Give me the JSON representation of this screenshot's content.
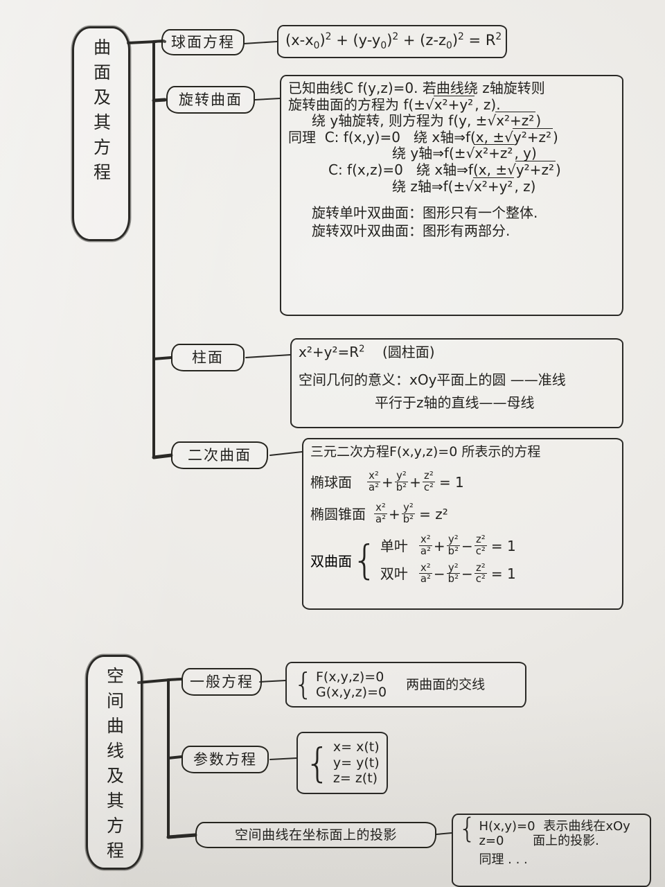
{
  "page": {
    "title": "曲面及其方程 / 空间曲线及其方程 手写思维导图",
    "ink_color": "#23221f",
    "paper_color": "#eceae6"
  },
  "sections": [
    {
      "id": "surfaces",
      "root_label": "曲面及其方程",
      "branches": [
        {
          "id": "sphere",
          "label": "球面方程",
          "content": {
            "lines": [
              "(x-x₀)² + (y-y₀)² + (z-z₀)² = R²"
            ]
          }
        },
        {
          "id": "revolution",
          "label": "旋转曲面",
          "content": {
            "lines": [
              "已知曲线C  f(y,z)=0. 若曲线绕 z轴旋转则",
              "旋转曲面的方程为 f(±√x²+y², z).",
              "绕 y轴旋转, 则方程为 f(y, ±√x²+z²)",
              "同理  C: f(x,y)=0    绕 x轴 ⇒ f(x, ±√y²+z²)",
              "绕 y轴 ⇒ f(±√x²+z², y)",
              "C: f(x,z)=0   绕 x轴 ⇒ f(x, ±√y²+z²)",
              "绕 z轴 ⇒ f(±√x²+y², z)",
              "旋转单叶双曲面：图形只有一个整体.",
              "旋转双叶双曲面：图形有两部分."
            ]
          }
        },
        {
          "id": "cylinder",
          "label": "柱面",
          "content": {
            "lines": [
              "x²+y²=R²    (圆柱面)",
              "空间几何的意义：xOy平面上的圆 ——准线",
              "平行于z轴的直线——母线"
            ]
          }
        },
        {
          "id": "quadric",
          "label": "二次曲面",
          "content": {
            "lines": [
              "三元二次方程F(x,y,z)=0 所表示的方程",
              "椭球面   x²/a² + y²/b² + z²/c² = 1",
              "椭圆锥面  x²/a² + y²/b² = z²",
              "双曲面 { 单叶  x²/a² + y²/b² - z²/c² = 1",
              "双叶  x²/a² - y²/b² - z²/c² = 1 }"
            ],
            "labels": {
              "ellipsoid": "椭球面",
              "elliptic_cone": "椭圆锥面",
              "hyperboloid": "双曲面",
              "one_sheet": "单叶",
              "two_sheet": "双叶"
            }
          }
        }
      ]
    },
    {
      "id": "space-curves",
      "root_label": "空间曲线及其方程",
      "branches": [
        {
          "id": "general-eq",
          "label": "一般方程",
          "content": {
            "lines": [
              "F(x,y,z)=0",
              "G(x,y,z)=0"
            ],
            "note": "两曲面的交线"
          }
        },
        {
          "id": "parametric-eq",
          "label": "参数方程",
          "content": {
            "lines": [
              "x= x(t)",
              "y= y(t)",
              "z= z(t)"
            ]
          }
        },
        {
          "id": "projection",
          "label": "空间曲线在坐标面上的投影",
          "content": {
            "lines": [
              "H(x,y)=0",
              "z=0",
              "同理 . . ."
            ],
            "note1": "表示曲线在xOy",
            "note2": "面上的投影."
          }
        }
      ]
    }
  ],
  "math": {
    "sphere_eq": {
      "t1": "(x-x",
      "sub1": "0",
      "t2": ")",
      "sup1": "2",
      "t3": "+ (y-y",
      "sub2": "0",
      "t4": ")",
      "sup2": "2",
      "t5": "+ (z-z",
      "sub3": "0",
      "t6": ")",
      "sup3": "2",
      "t7": "= R",
      "sup4": "2"
    },
    "rev": {
      "l1a": "已知曲线C",
      "l1b": "f(y,z)=0. 若曲线绕 z轴旋转则",
      "l2a": "旋转曲面的方程为",
      "l2b": "f(±",
      "l2c": "x²+y²",
      "l2d": ", z).",
      "l3a": "绕 y轴旋转, 则方程为",
      "l3b": "f(y, ±",
      "l3c": "x²+z²",
      "l3d": ")",
      "l4a": "同理",
      "l4b": "C: f(x,y)=0",
      "l4c": "绕 x轴⇒f(x, ±",
      "l4d": "y²+z²",
      "l4e": ")",
      "l5a": "绕 y轴⇒f(±",
      "l5b": "x²+z²",
      "l5c": ", y)",
      "l6a": "C: f(x,z)=0",
      "l6b": "绕 x轴⇒f(x, ±",
      "l6c": "y²+z²",
      "l6d": ")",
      "l7a": "绕 z轴⇒f(±",
      "l7b": "x²+y²",
      "l7c": ", z)",
      "l8": "旋转单叶双曲面：图形只有一个整体.",
      "l9": "旋转双叶双曲面：图形有两部分."
    },
    "cyl": {
      "l1a": "x²+y²=R",
      "l1sup": "2",
      "l1b": "(圆柱面)",
      "l2": "空间几何的意义：xOy平面上的圆 ——准线",
      "l3": "平行于z轴的直线——母线"
    },
    "quad": {
      "l1": "三元二次方程F(x,y,z)=0 所表示的方程",
      "ellipsoid_label": "椭球面",
      "cone_label": "椭圆锥面",
      "hyper_label": "双曲面",
      "one": "单叶",
      "two": "双叶",
      "x2": "x²",
      "y2": "y²",
      "z2": "z²",
      "a2": "a²",
      "b2": "b²",
      "c2": "c²",
      "plus": "+",
      "minus": "−",
      "eq1": "= 1",
      "eqz": "= z²"
    },
    "gen": {
      "l1": "F(x,y,z)=0",
      "l2": "G(x,y,z)=0",
      "note": "两曲面的交线"
    },
    "par": {
      "l1": "x= x(t)",
      "l2": "y= y(t)",
      "l3": "z= z(t)"
    },
    "proj": {
      "l1": "H(x,y)=0",
      "l2": "z=0",
      "l3": "同理 . . .",
      "n1": "表示曲线在xOy",
      "n2": "面上的投影."
    }
  }
}
